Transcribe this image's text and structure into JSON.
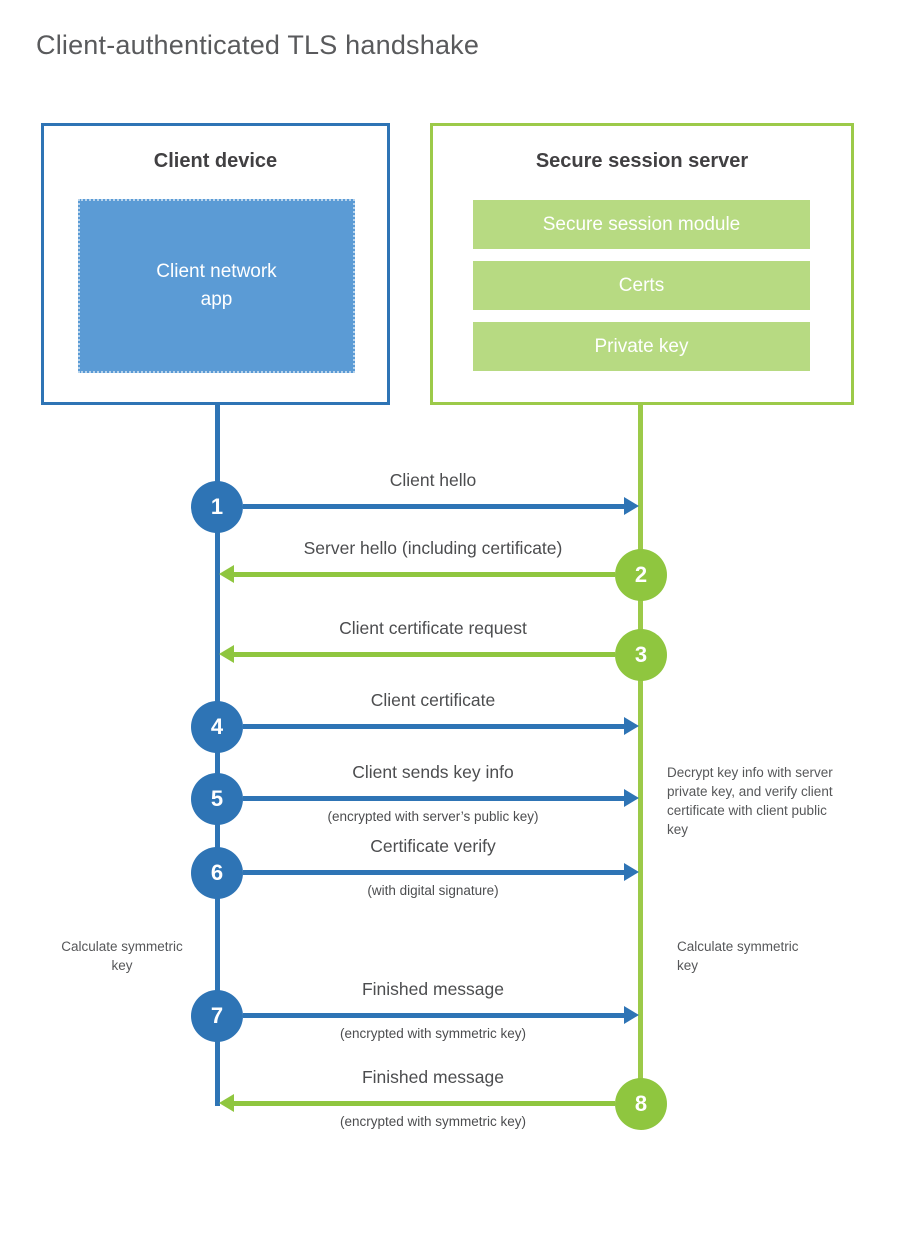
{
  "title": "Client-authenticated TLS handshake",
  "colors": {
    "client_blue_border": "#2e74b5",
    "client_blue_fill": "#5b9bd5",
    "server_green_border": "#9cca49",
    "server_green_fill": "#b7da82",
    "arrow_green": "#8fc63f",
    "heading_text": "#414042",
    "label_text": "#4c4d4f"
  },
  "client": {
    "heading": "Client device",
    "app_label_line1": "Client network",
    "app_label_line2": "app"
  },
  "server": {
    "heading": "Secure session server",
    "modules": [
      "Secure session module",
      "Certs",
      "Private key"
    ]
  },
  "steps": [
    {
      "num": "1",
      "direction": "client-to-server",
      "label": "Client hello",
      "sub": ""
    },
    {
      "num": "2",
      "direction": "server-to-client",
      "label": "Server hello (including certificate)",
      "sub": ""
    },
    {
      "num": "3",
      "direction": "server-to-client",
      "label": "Client certificate request",
      "sub": ""
    },
    {
      "num": "4",
      "direction": "client-to-server",
      "label": "Client certificate",
      "sub": ""
    },
    {
      "num": "5",
      "direction": "client-to-server",
      "label": "Client sends key info",
      "sub": "(encrypted with server’s public key)"
    },
    {
      "num": "6",
      "direction": "client-to-server",
      "label": "Certificate verify",
      "sub": "(with digital signature)"
    },
    {
      "num": "7",
      "direction": "client-to-server",
      "label": "Finished message",
      "sub": "(encrypted with symmetric key)"
    },
    {
      "num": "8",
      "direction": "server-to-client",
      "label": "Finished message",
      "sub": "(encrypted with symmetric key)"
    }
  ],
  "notes": {
    "decrypt": "Decrypt key info with server private key, and verify client certificate with client public key",
    "calc_left": "Calculate symmetric key",
    "calc_right": "Calculate symmetric key"
  }
}
